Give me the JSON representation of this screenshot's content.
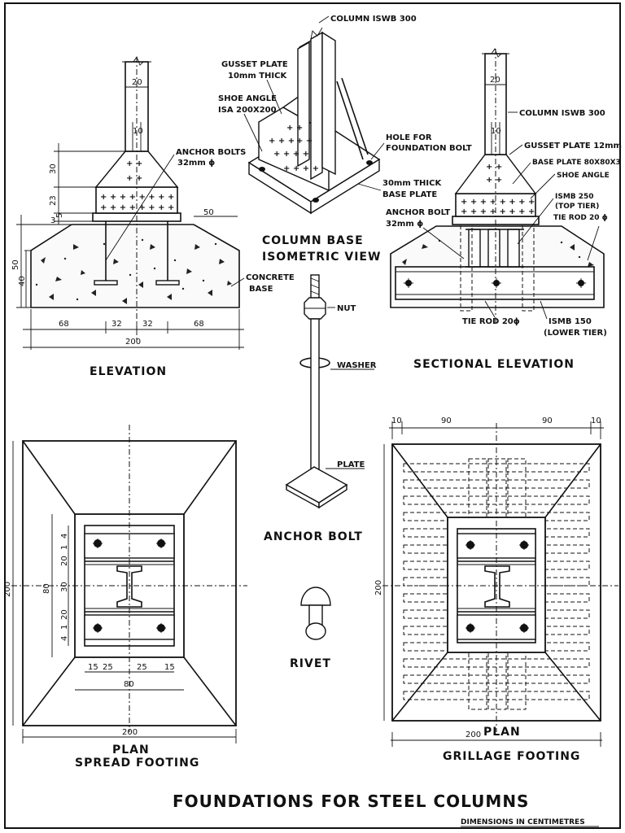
{
  "title": "FOUNDATIONS FOR STEEL COLUMNS",
  "note": "DIMENSIONS IN CENTIMETRES",
  "elevation": {
    "caption": "ELEVATION",
    "anchor_bolts": "ANCHOR BOLTS",
    "anchor_bolts_dia": "32mm ϕ",
    "concrete_base_1": "CONCRETE",
    "concrete_base_2": "BASE",
    "dim_col_width": "20",
    "dim_flange": "10",
    "dim_30": "30",
    "dim_23": "23",
    "dim_5": "5",
    "dim_3": "3",
    "dim_50_side": "50",
    "dim_50_right": "50",
    "dim_40": "40",
    "bottom_dims": [
      "68",
      "32",
      "32",
      "68"
    ],
    "dim_200": "200"
  },
  "isometric": {
    "caption_1": "COLUMN BASE",
    "caption_2": "ISOMETRIC VIEW",
    "column": "COLUMN ISWB 300",
    "gusset_1": "GUSSET PLATE",
    "gusset_2": "10mm THICK",
    "shoe_1": "SHOE ANGLE",
    "shoe_2": "ISA 200X200",
    "hole_1": "HOLE FOR",
    "hole_2": "FOUNDATION BOLT",
    "base_1": "30mm THICK",
    "base_2": "BASE PLATE"
  },
  "anchor_bolt": {
    "caption": "ANCHOR BOLT",
    "nut": "NUT",
    "washer": "WASHER",
    "plate": "PLATE"
  },
  "rivet": {
    "caption": "RIVET"
  },
  "sectional": {
    "caption": "SECTIONAL ELEVATION",
    "column": "COLUMN ISWB 300",
    "gusset": "GUSSET PLATE 12mm",
    "base_plate": "BASE PLATE 80X80X3",
    "shoe": "SHOE ANGLE",
    "anchor_1": "ANCHOR BOLT",
    "anchor_2": "32mm ϕ",
    "top_1": "ISMB 250",
    "top_2": "(TOP TIER)",
    "tie_top": "TIE ROD 20 ϕ",
    "tie_bottom": "TIE ROD 20ϕ",
    "lower_1": "ISMB 150",
    "lower_2": "(LOWER TIER)",
    "dim_col": "20",
    "dim_flange": "10"
  },
  "spread_plan": {
    "caption_1": "PLAN",
    "caption_2": "SPREAD FOOTING",
    "dim_200_left": "200",
    "dim_200_bottom": "200",
    "dim_80_v": "80",
    "left_dims": [
      "4",
      "1",
      "20",
      "30",
      "20",
      "1",
      "4"
    ],
    "bottom_dims": [
      "15",
      "25",
      "25",
      "15"
    ],
    "dim_80_h": "80"
  },
  "grillage_plan": {
    "caption_1": "PLAN",
    "caption_2": "GRILLAGE FOOTING",
    "top_dims": [
      "10",
      "90",
      "90",
      "10"
    ],
    "dim_200_left": "200",
    "dim_200_bottom": "200"
  },
  "colors": {
    "ink": "#111111",
    "paper": "#ffffff"
  },
  "icons": [
    "i-section-icon",
    "anchor-bolt-icon",
    "rivet-icon",
    "bolt-head-icon"
  ]
}
